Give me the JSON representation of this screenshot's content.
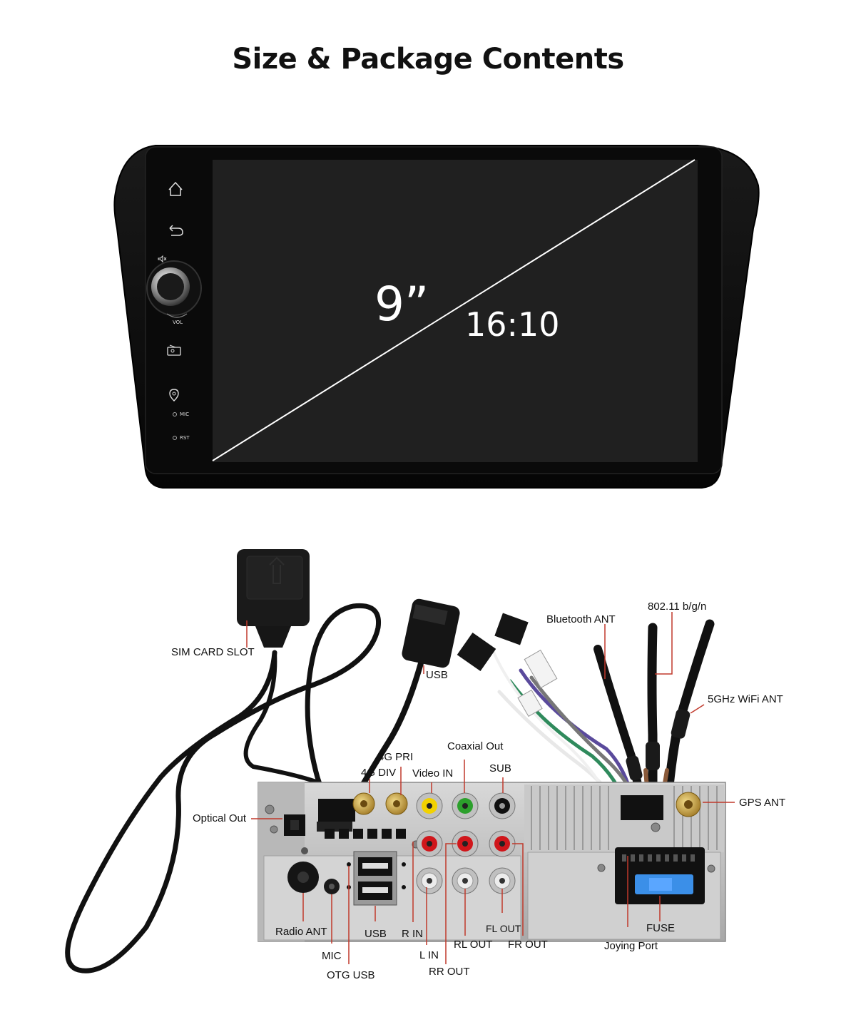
{
  "title": "Size & Package Contents",
  "screen": {
    "size": "9”",
    "ratio": "16:10",
    "side_labels": {
      "vol": "VOL",
      "mic": "MIC",
      "rst": "RST"
    },
    "side_icons": [
      "home-icon",
      "back-icon",
      "mute-icon",
      "radio-icon",
      "gps-icon"
    ]
  },
  "labels": {
    "sim_card_slot": "SIM CARD SLOT",
    "usb_top": "USB",
    "bluetooth_ant": "Bluetooth ANT",
    "wifi_80211": "802.11 b/g/n",
    "wifi_5ghz": "5GHz WiFi ANT",
    "gps_ant": "GPS ANT",
    "coaxial_out": "Coaxial Out",
    "pri_4g": "4G PRI",
    "div_4g": "4G DIV",
    "video_in": "Video IN",
    "sub": "SUB",
    "optical_out": "Optical Out",
    "radio_ant": "Radio ANT",
    "mic": "MIC",
    "otg_usb": "OTG USB",
    "usb_bottom": "USB",
    "r_in": "R IN",
    "l_in": "L IN",
    "rr_out": "RR OUT",
    "rl_out": "RL OUT",
    "fl_out": "FL OUT",
    "fr_out": "FR OUT",
    "joying_port": "Joying Port",
    "fuse": "FUSE"
  },
  "colors": {
    "callout_line": "#c0392b",
    "bezel": "#0d0d0d",
    "screen": "#1e1e1e",
    "panel": "#bfbfbf",
    "rca_yellow": "#f2d200",
    "rca_green": "#2ca02c",
    "rca_red": "#d0161b",
    "rca_white": "#e9e9e9",
    "gold": "#c9a13a",
    "fuse_blue": "#3b8fe8"
  }
}
